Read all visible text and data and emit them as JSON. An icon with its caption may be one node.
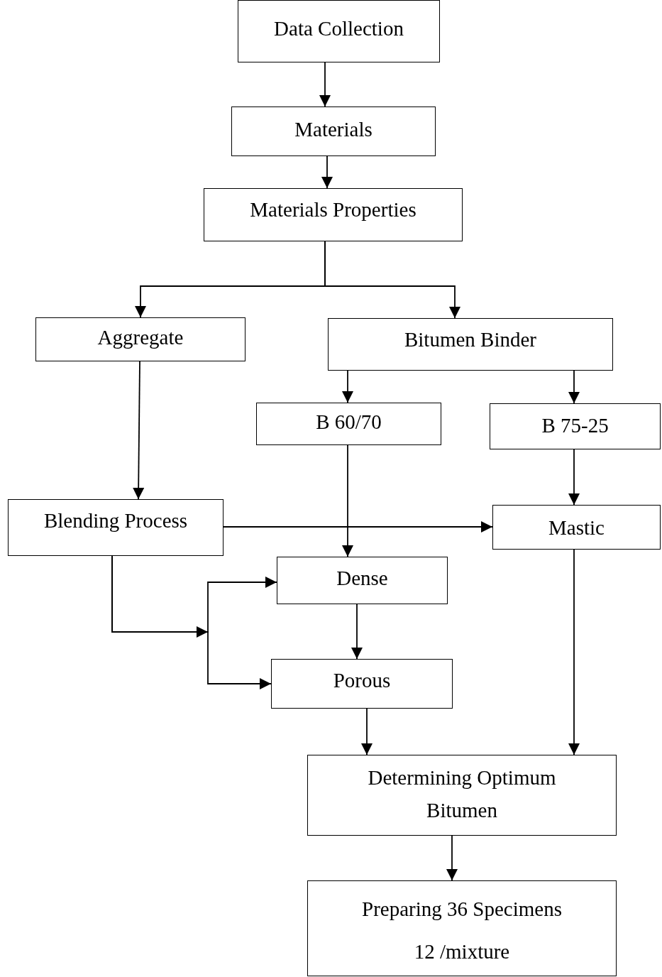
{
  "diagram": {
    "nodes": [
      {
        "text": [
          "Data Collection"
        ]
      },
      {
        "text": [
          "Materials"
        ]
      },
      {
        "text": [
          "Materials Properties"
        ]
      },
      {
        "text": [
          "Aggregate"
        ]
      },
      {
        "text": [
          "Bitumen Binder"
        ]
      },
      {
        "text": [
          "B 60/70"
        ]
      },
      {
        "text": [
          "B 75-25"
        ]
      },
      {
        "text": [
          "Blending Process"
        ]
      },
      {
        "text": [
          "Mastic"
        ]
      },
      {
        "text": [
          "Dense"
        ]
      },
      {
        "text": [
          "Porous"
        ]
      },
      {
        "text": [
          "Determining Optimum Bitumen"
        ]
      },
      {
        "text": [
          "Preparing 36 Specimens",
          "12 /mixture"
        ]
      }
    ],
    "edges": [
      {
        "from": 0,
        "to": 1,
        "arrow": "to"
      },
      {
        "from": 1,
        "to": 2,
        "arrow": "to"
      },
      {
        "from": 2,
        "to": 3,
        "arrow": "to"
      },
      {
        "from": 2,
        "to": 4,
        "arrow": "to"
      },
      {
        "from": 3,
        "to": 7,
        "arrow": "to"
      },
      {
        "from": 4,
        "to": 5,
        "arrow": "to"
      },
      {
        "from": 4,
        "to": 6,
        "arrow": "to"
      },
      {
        "from": 5,
        "to": 9,
        "arrow": "to"
      },
      {
        "from": 7,
        "to": 8,
        "arrow": "to"
      },
      {
        "from": 7,
        "to": 9,
        "arrow": "to"
      },
      {
        "from": 7,
        "to": 10,
        "arrow": "to"
      },
      {
        "from": 6,
        "to": 8,
        "arrow": "to"
      },
      {
        "from": 9,
        "to": 10,
        "arrow": "to"
      },
      {
        "from": 10,
        "to": 11,
        "arrow": "to"
      },
      {
        "from": 8,
        "to": 11,
        "arrow": "to"
      },
      {
        "from": 11,
        "to": 12,
        "arrow": "to"
      }
    ]
  }
}
